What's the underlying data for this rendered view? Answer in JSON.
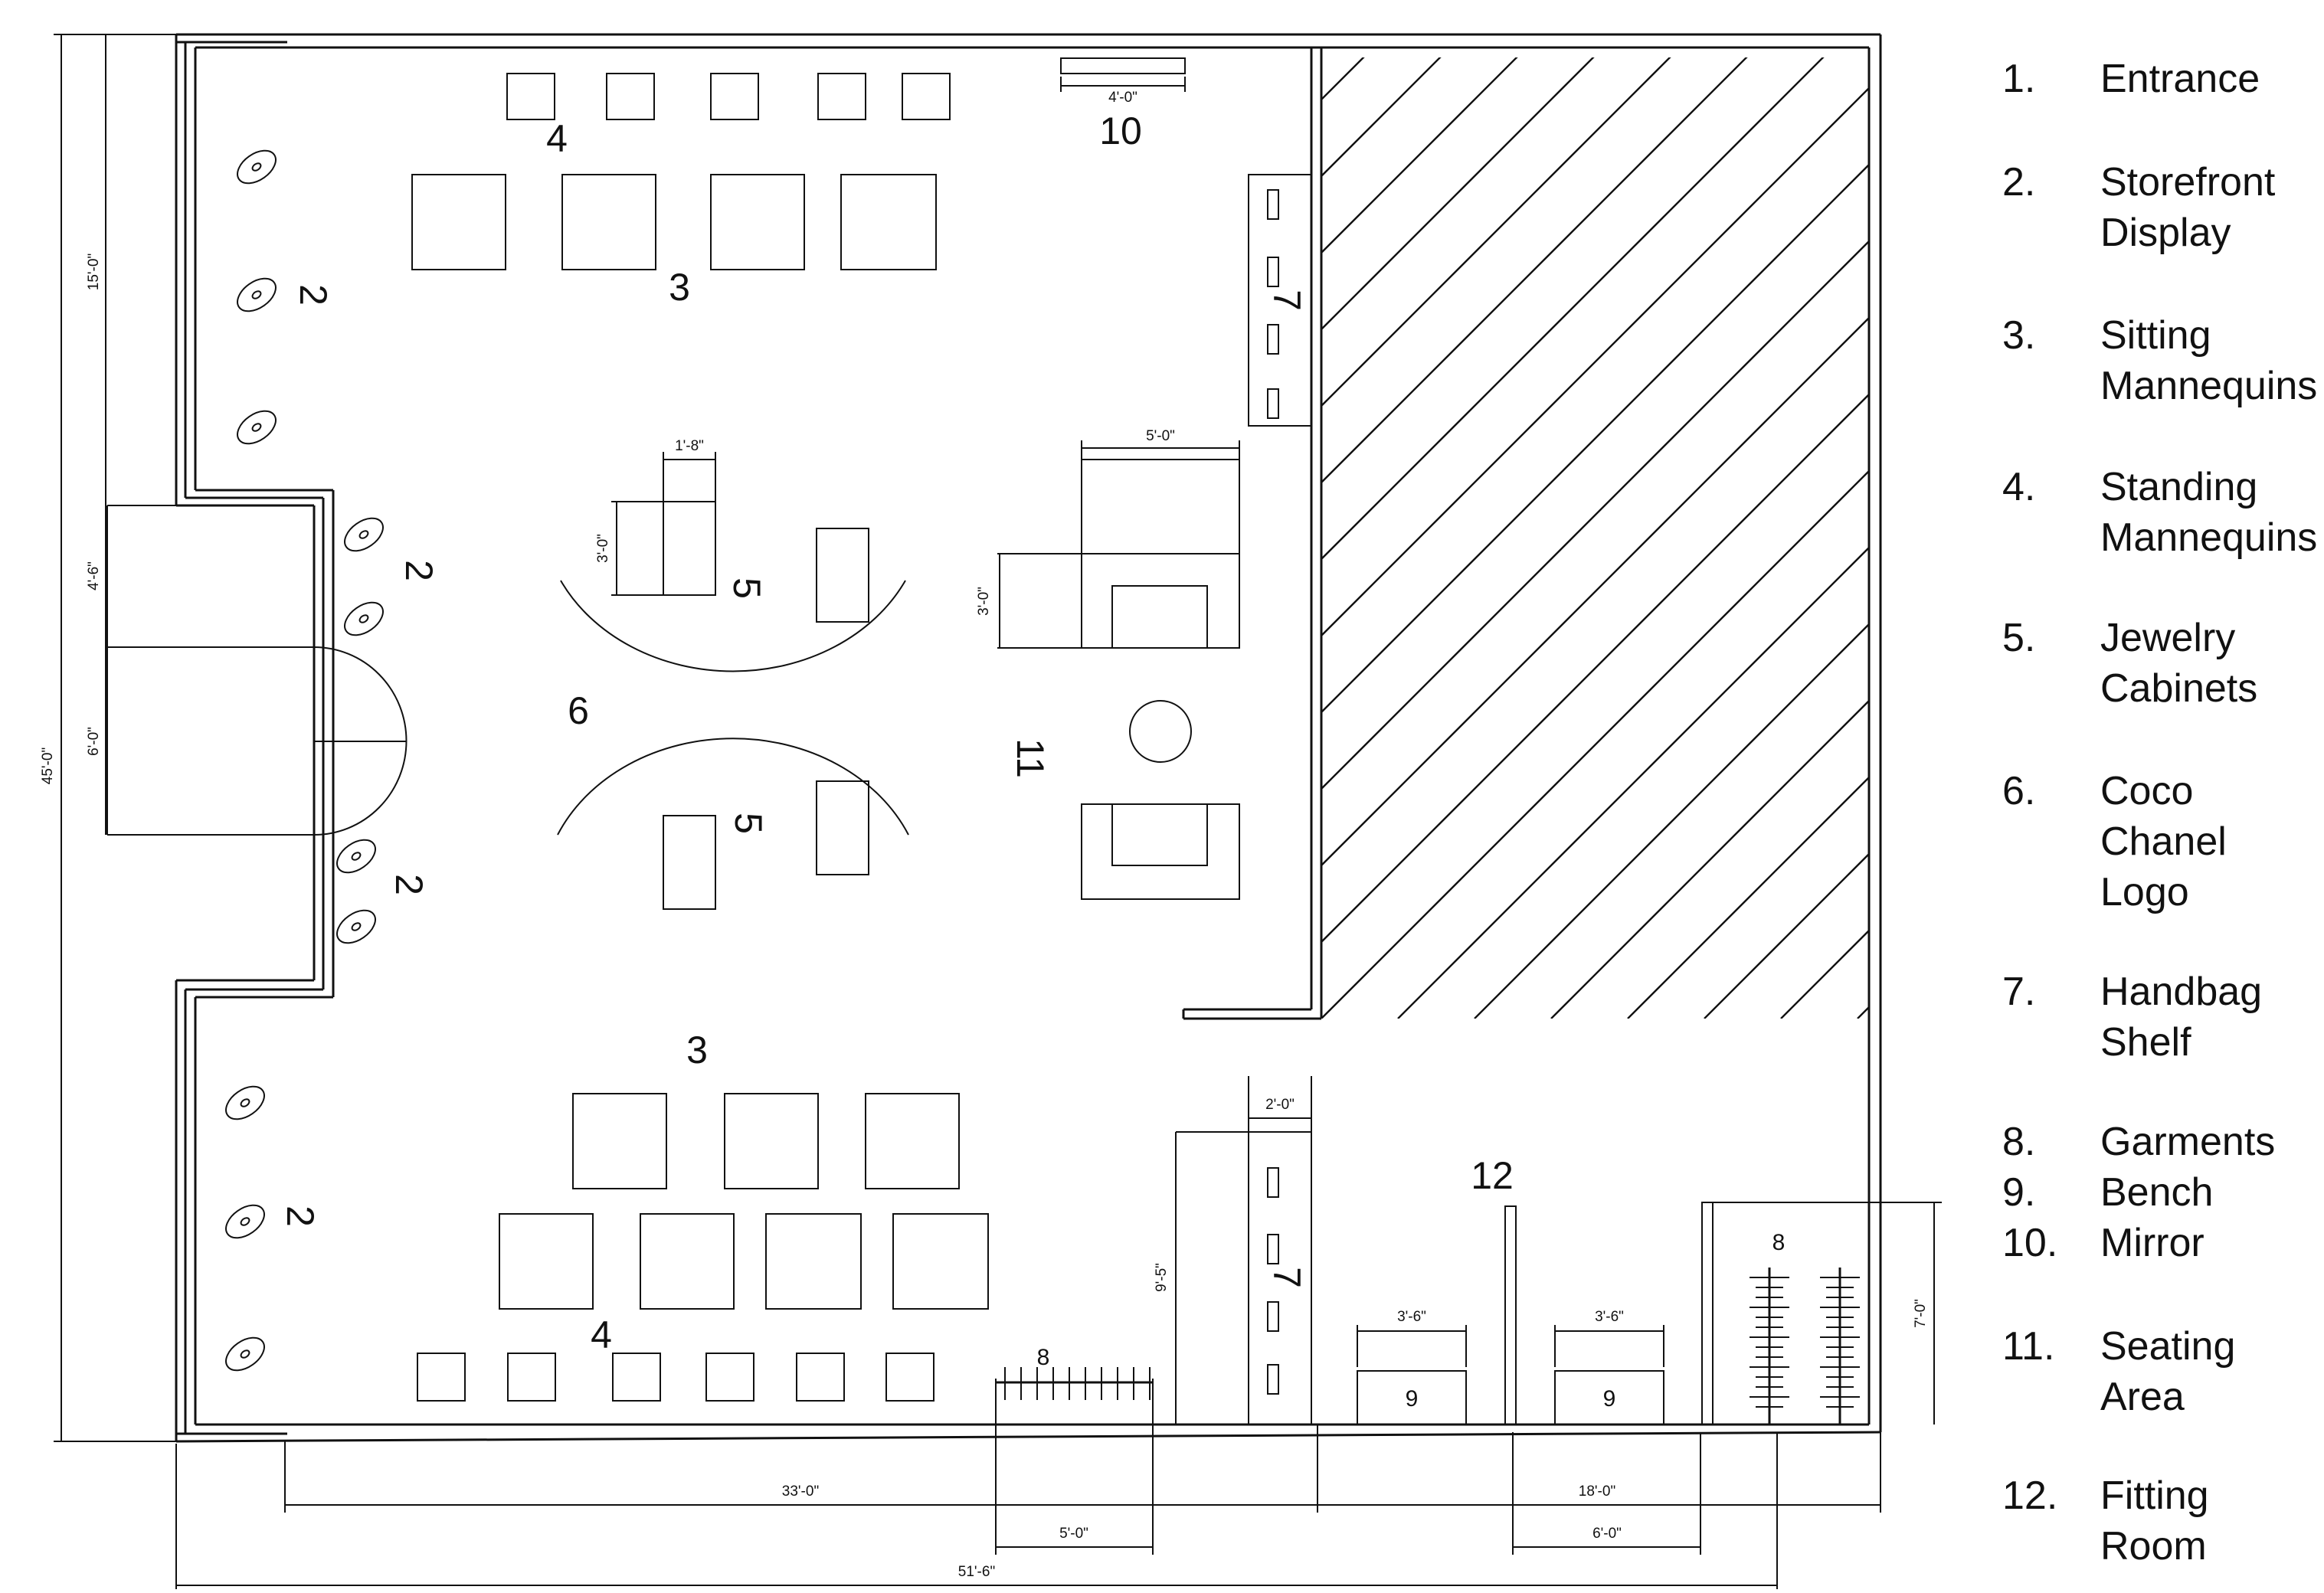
{
  "plan": {
    "outer_dimensions": {
      "total_height": "45'-0\"",
      "upper_height": "15'-0\"",
      "entrance_upper": "4'-6\"",
      "entrance_lower": "6'-0\"",
      "bottom_left": "33'-0\"",
      "bottom_right": "18'-0\"",
      "total_width": "51'-6\""
    },
    "item_dimensions": {
      "mirror_width": "4'-0\"",
      "cabinet_width": "1'-8\"",
      "cabinet_height": "3'-0\"",
      "seating_width": "5'-0\"",
      "seating_depth": "3'-0\"",
      "shelf_width": "2'-0\"",
      "shelf_height": "9'-5\"",
      "bench_left": "3'-6\"",
      "bench_right": "3'-6\"",
      "fitting_height": "7'-0\"",
      "rack_width": "5'-0\"",
      "fitting_width": "6'-0\""
    },
    "markers": {
      "m2": "2",
      "m3": "3",
      "m4": "4",
      "m5": "5",
      "m6": "6",
      "m7": "7",
      "m8": "8",
      "m9": "9",
      "m10": "10",
      "m11": "11",
      "m12": "12"
    }
  },
  "legend": [
    {
      "num": "1.",
      "text": "Entrance"
    },
    {
      "num": "2.",
      "text": "Storefront\nDisplay"
    },
    {
      "num": "3.",
      "text": "Sitting\nMannequins"
    },
    {
      "num": "4.",
      "text": "Standing\nMannequins"
    },
    {
      "num": "5.",
      "text": "Jewelry\nCabinets"
    },
    {
      "num": "6.",
      "text": "Coco\nChanel\nLogo"
    },
    {
      "num": "7.",
      "text": "Handbag\nShelf"
    },
    {
      "num": "8.",
      "text": "Garments"
    },
    {
      "num": "9.",
      "text": "Bench"
    },
    {
      "num": "10.",
      "text": "Mirror"
    },
    {
      "num": "11.",
      "text": "Seating\nArea"
    },
    {
      "num": "12.",
      "text": "Fitting\nRoom"
    }
  ]
}
